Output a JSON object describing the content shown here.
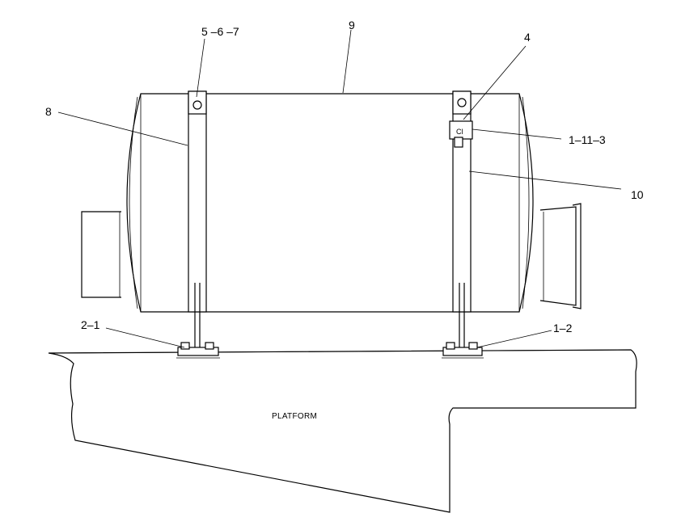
{
  "callouts": {
    "c_5_6_7": "5 –6 –7",
    "c_9": "9",
    "c_4": "4",
    "c_8": "8",
    "c_1_11_3": "1–11–3",
    "c_10": "10",
    "c_2_1": "2–1",
    "c_1_2": "1–2"
  },
  "platform_label": "PLATFORM"
}
